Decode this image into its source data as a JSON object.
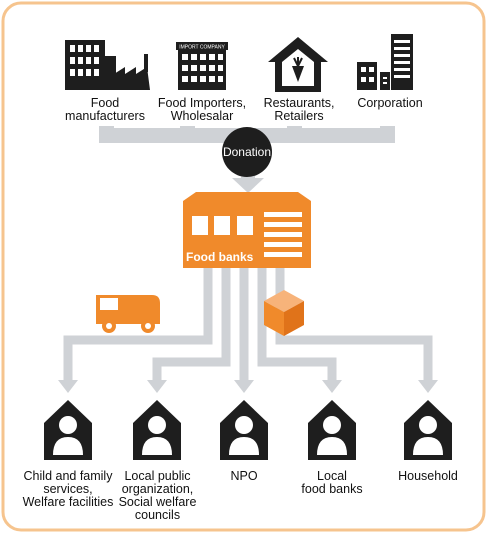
{
  "diagram": {
    "colors": {
      "accent": "#f08a2b",
      "flow_gray": "#cfd2d6",
      "dark": "#1e1e1e"
    },
    "sources": [
      {
        "label_lines": [
          "Food",
          "manufacturers"
        ],
        "icon": "factory-icon"
      },
      {
        "label_lines": [
          "Food Importers,",
          "Wholesalar"
        ],
        "icon": "import-company-building-icon",
        "sign_text": "IMPORT COMPANY"
      },
      {
        "label_lines": [
          "Restaurants,",
          "Retailers"
        ],
        "icon": "restaurant-house-icon"
      },
      {
        "label_lines": [
          "Corporation"
        ],
        "icon": "office-buildings-icon"
      }
    ],
    "donation_label": "Donation",
    "hub_label": "Food banks",
    "hub_icons": [
      "truck-icon",
      "box-icon"
    ],
    "recipients": [
      {
        "label_lines": [
          "Child and family",
          "services,",
          "Welfare facilities"
        ],
        "icon": "person-house-icon"
      },
      {
        "label_lines": [
          "Local public",
          "organization,",
          "Social welfare",
          "councils"
        ],
        "icon": "person-house-icon"
      },
      {
        "label_lines": [
          "NPO"
        ],
        "icon": "person-house-icon"
      },
      {
        "label_lines": [
          "Local",
          "food banks"
        ],
        "icon": "person-house-icon"
      },
      {
        "label_lines": [
          "Household"
        ],
        "icon": "person-house-icon"
      }
    ]
  }
}
